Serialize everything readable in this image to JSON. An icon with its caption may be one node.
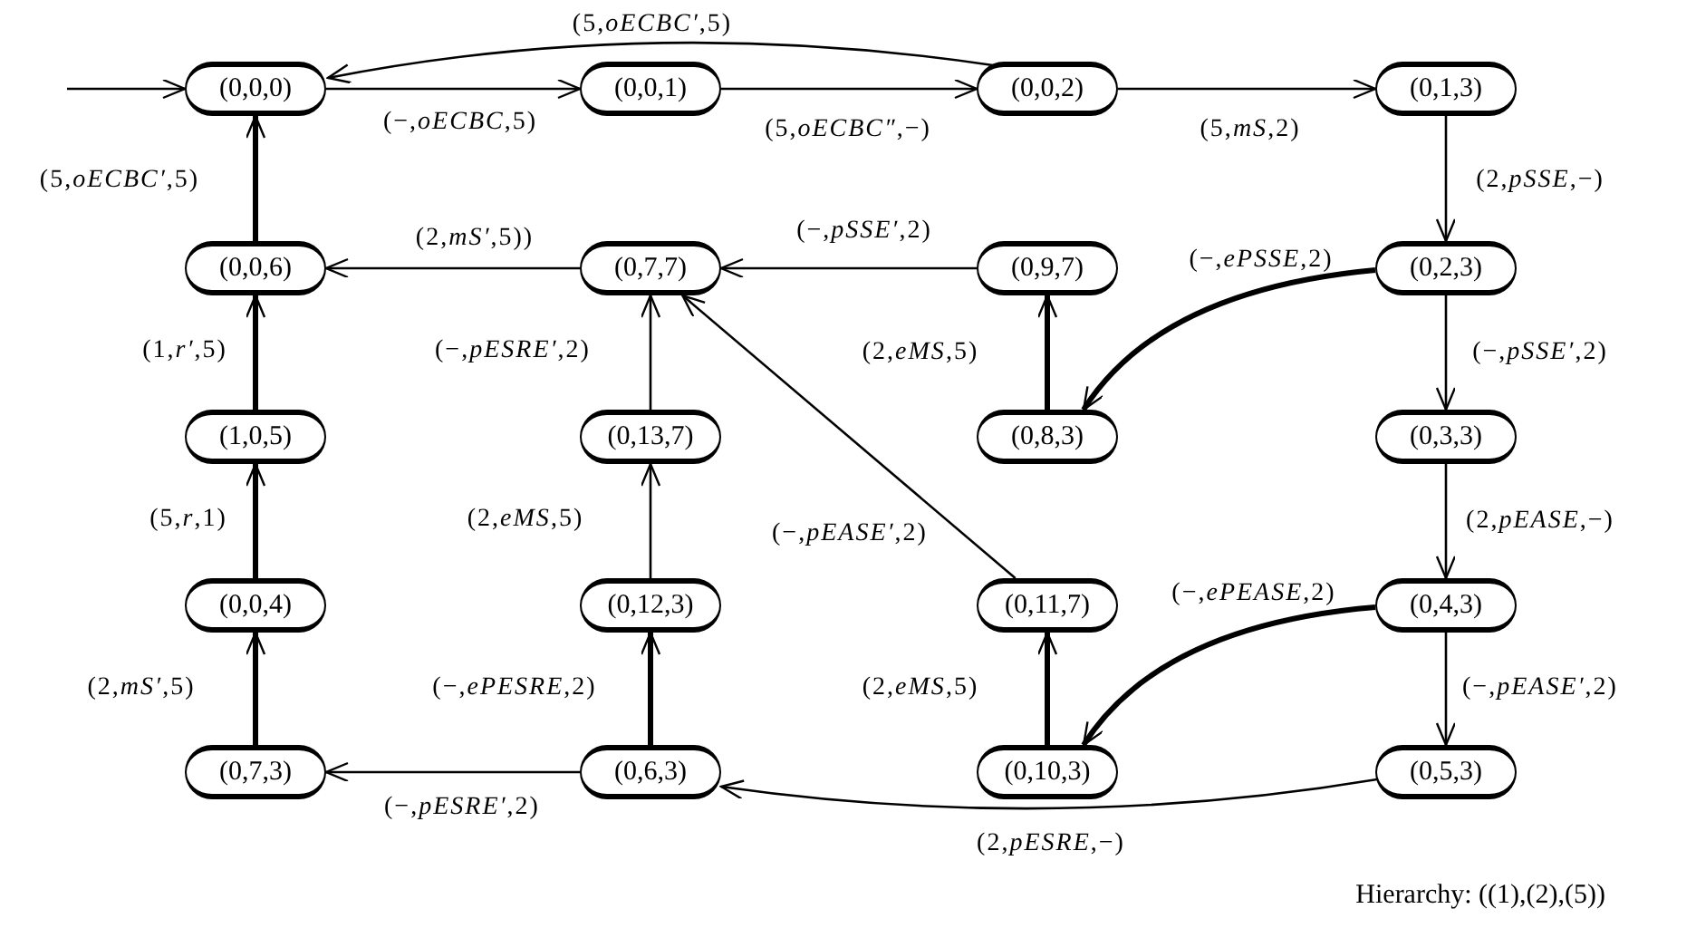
{
  "diagram": {
    "nodes": [
      {
        "text": [
          "(0,0,0)"
        ]
      },
      {
        "text": [
          "(0,0,1)"
        ]
      },
      {
        "text": [
          "(0,0,2)"
        ]
      },
      {
        "text": [
          "(0,1,3)"
        ]
      },
      {
        "text": [
          "(0,0,6)"
        ]
      },
      {
        "text": [
          "(0,7,7)"
        ]
      },
      {
        "text": [
          "(0,9,7)"
        ]
      },
      {
        "text": [
          "(0,2,3)"
        ]
      },
      {
        "text": [
          "(1,0,5)"
        ]
      },
      {
        "text": [
          "(0,13,7)"
        ]
      },
      {
        "text": [
          "(0,8,3)"
        ]
      },
      {
        "text": [
          "(0,3,3)"
        ]
      },
      {
        "text": [
          "(0,0,4)"
        ]
      },
      {
        "text": [
          "(0,12,3)"
        ]
      },
      {
        "text": [
          "(0,11,7)"
        ]
      },
      {
        "text": [
          "(0,4,3)"
        ]
      },
      {
        "text": [
          "(0,7,3)"
        ]
      },
      {
        "text": [
          "(0,6,3)"
        ]
      },
      {
        "text": [
          "(0,10,3)"
        ]
      },
      {
        "text": [
          "(0,5,3)"
        ]
      }
    ],
    "edges": [
      {
        "from": null,
        "to": 0,
        "arrow": "to"
      },
      {
        "from": 0,
        "to": 1,
        "arrow": "to",
        "label": "(−,*oECBC*,5)"
      },
      {
        "from": 1,
        "to": 2,
        "arrow": "to",
        "label": "(5,*oECBC″*,−)"
      },
      {
        "from": 2,
        "to": 0,
        "arrow": "to",
        "label": "(5,*oECBC′*,5)"
      },
      {
        "from": 2,
        "to": 3,
        "arrow": "to",
        "label": "(5,*mS*,2)"
      },
      {
        "from": 3,
        "to": 7,
        "arrow": "to",
        "label": "(2,*pSSE*,−)"
      },
      {
        "from": 7,
        "to": 10,
        "arrow": "to",
        "label": "(−,*ePSSE*,2)",
        "style": "thick"
      },
      {
        "from": 7,
        "to": 11,
        "arrow": "to",
        "label": "(−,*pSSE′*,2)"
      },
      {
        "from": 11,
        "to": 15,
        "arrow": "to",
        "label": "(2,*pEASE*,−)"
      },
      {
        "from": 15,
        "to": 18,
        "arrow": "to",
        "label": "(−,*ePEASE*,2)",
        "style": "thick"
      },
      {
        "from": 15,
        "to": 19,
        "arrow": "to",
        "label": "(−,*pEASE′*,2)"
      },
      {
        "from": 19,
        "to": 17,
        "arrow": "to",
        "label": "(2,*pESRE*,−)"
      },
      {
        "from": 17,
        "to": 16,
        "arrow": "to",
        "label": "(−,*pESRE′*,2)"
      },
      {
        "from": 17,
        "to": 13,
        "arrow": "to",
        "label": "(−,*ePESRE*,2)",
        "style": "thick"
      },
      {
        "from": 13,
        "to": 9,
        "arrow": "to",
        "label": "(2,*eMS*,5)"
      },
      {
        "from": 9,
        "to": 5,
        "arrow": "to",
        "label": "(−,*pESRE′*,2)"
      },
      {
        "from": 14,
        "to": 5,
        "arrow": "to",
        "label": "(−,*pEASE′*,2)"
      },
      {
        "from": 18,
        "to": 14,
        "arrow": "to",
        "label": "(2,*eMS*,5)",
        "style": "thick"
      },
      {
        "from": 10,
        "to": 6,
        "arrow": "to",
        "label": "(2,*eMS*,5)",
        "style": "thick"
      },
      {
        "from": 6,
        "to": 5,
        "arrow": "to",
        "label": "(−,*pSSE′*,2)"
      },
      {
        "from": 5,
        "to": 4,
        "arrow": "to",
        "label": "(2,*mS′*,5))"
      },
      {
        "from": 16,
        "to": 12,
        "arrow": "to",
        "label": "(2,*mS′*,5)",
        "style": "thick"
      },
      {
        "from": 12,
        "to": 8,
        "arrow": "to",
        "label": "(5,*r*,1)",
        "style": "thick"
      },
      {
        "from": 8,
        "to": 4,
        "arrow": "to",
        "label": "(1,*r′*,5)",
        "style": "thick"
      },
      {
        "from": 4,
        "to": 0,
        "arrow": "to",
        "label": "(5,*oECBC′*,5)",
        "style": "thick"
      }
    ],
    "labels": [
      "Hierarchy: ((1),(2),(5))"
    ]
  }
}
